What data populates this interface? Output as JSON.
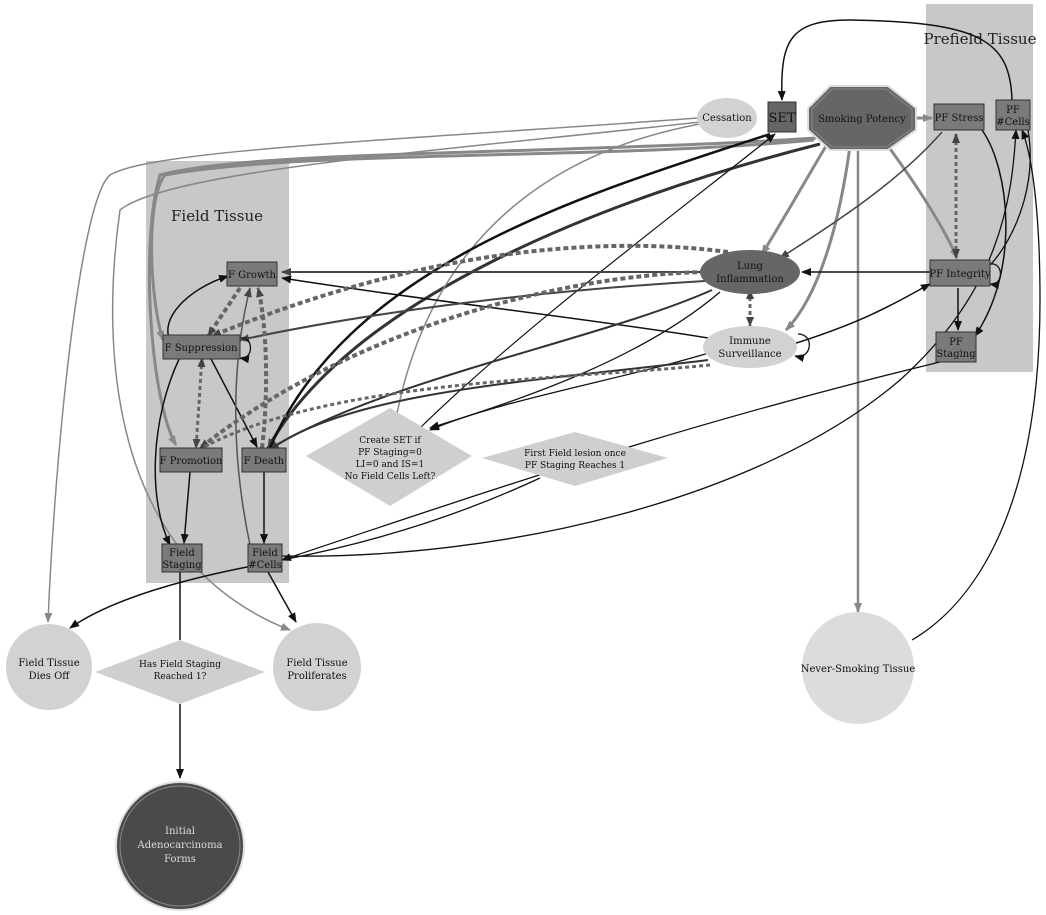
{
  "regions": {
    "field": "Field Tissue",
    "prefield": "Prefield Tissue"
  },
  "nodes": {
    "cessation": "Cessation",
    "set": "SET",
    "smoking_potency": "Smoking Potency",
    "pf_stress": "PF Stress",
    "pf_cells": [
      "PF",
      "#Cells"
    ],
    "pf_integrity": "PF Integrity",
    "pf_staging": [
      "PF",
      "Staging"
    ],
    "lung_inflammation": [
      "Lung",
      "Inflammation"
    ],
    "immune_surveillance": [
      "Immune",
      "Surveillance"
    ],
    "f_growth": "F Growth",
    "f_suppression": "F Suppression",
    "f_promotion": "F Promotion",
    "f_death": "F Death",
    "field_staging": [
      "Field",
      "Staging"
    ],
    "field_cells": [
      "Field",
      "#Cells"
    ],
    "field_dies_off": [
      "Field Tissue",
      "Dies Off"
    ],
    "field_proliferates": [
      "Field Tissue",
      "Proliferates"
    ],
    "never_smoking": "Never-Smoking Tissue",
    "initial_adenocarcinoma": [
      "Initial",
      "Adenocarcinoma",
      "Forms"
    ]
  },
  "decisions": {
    "create_set": [
      "Create SET if",
      "PF Staging=0",
      "LI=0 and IS=1",
      "No Field Cells Left?"
    ],
    "first_field_lesion": [
      "First Field lesion once",
      "PF Staging Reaches 1"
    ],
    "has_field_staging": [
      "Has Field Staging",
      "Reached 1?"
    ]
  },
  "colors": {
    "region_fill": "#c8c8c8",
    "box_fill": "#7a7a7a",
    "dark_node": "#666666",
    "darkest_node": "#4a4a4a",
    "light_node": "#d2d2d2",
    "lighter_node": "#dcdcdc",
    "diamond_fill": "#cfcfcf",
    "edge_black": "#111111",
    "edge_dark": "#444444",
    "edge_gray": "#8a8a8a",
    "edge_dashed": "#666666"
  }
}
